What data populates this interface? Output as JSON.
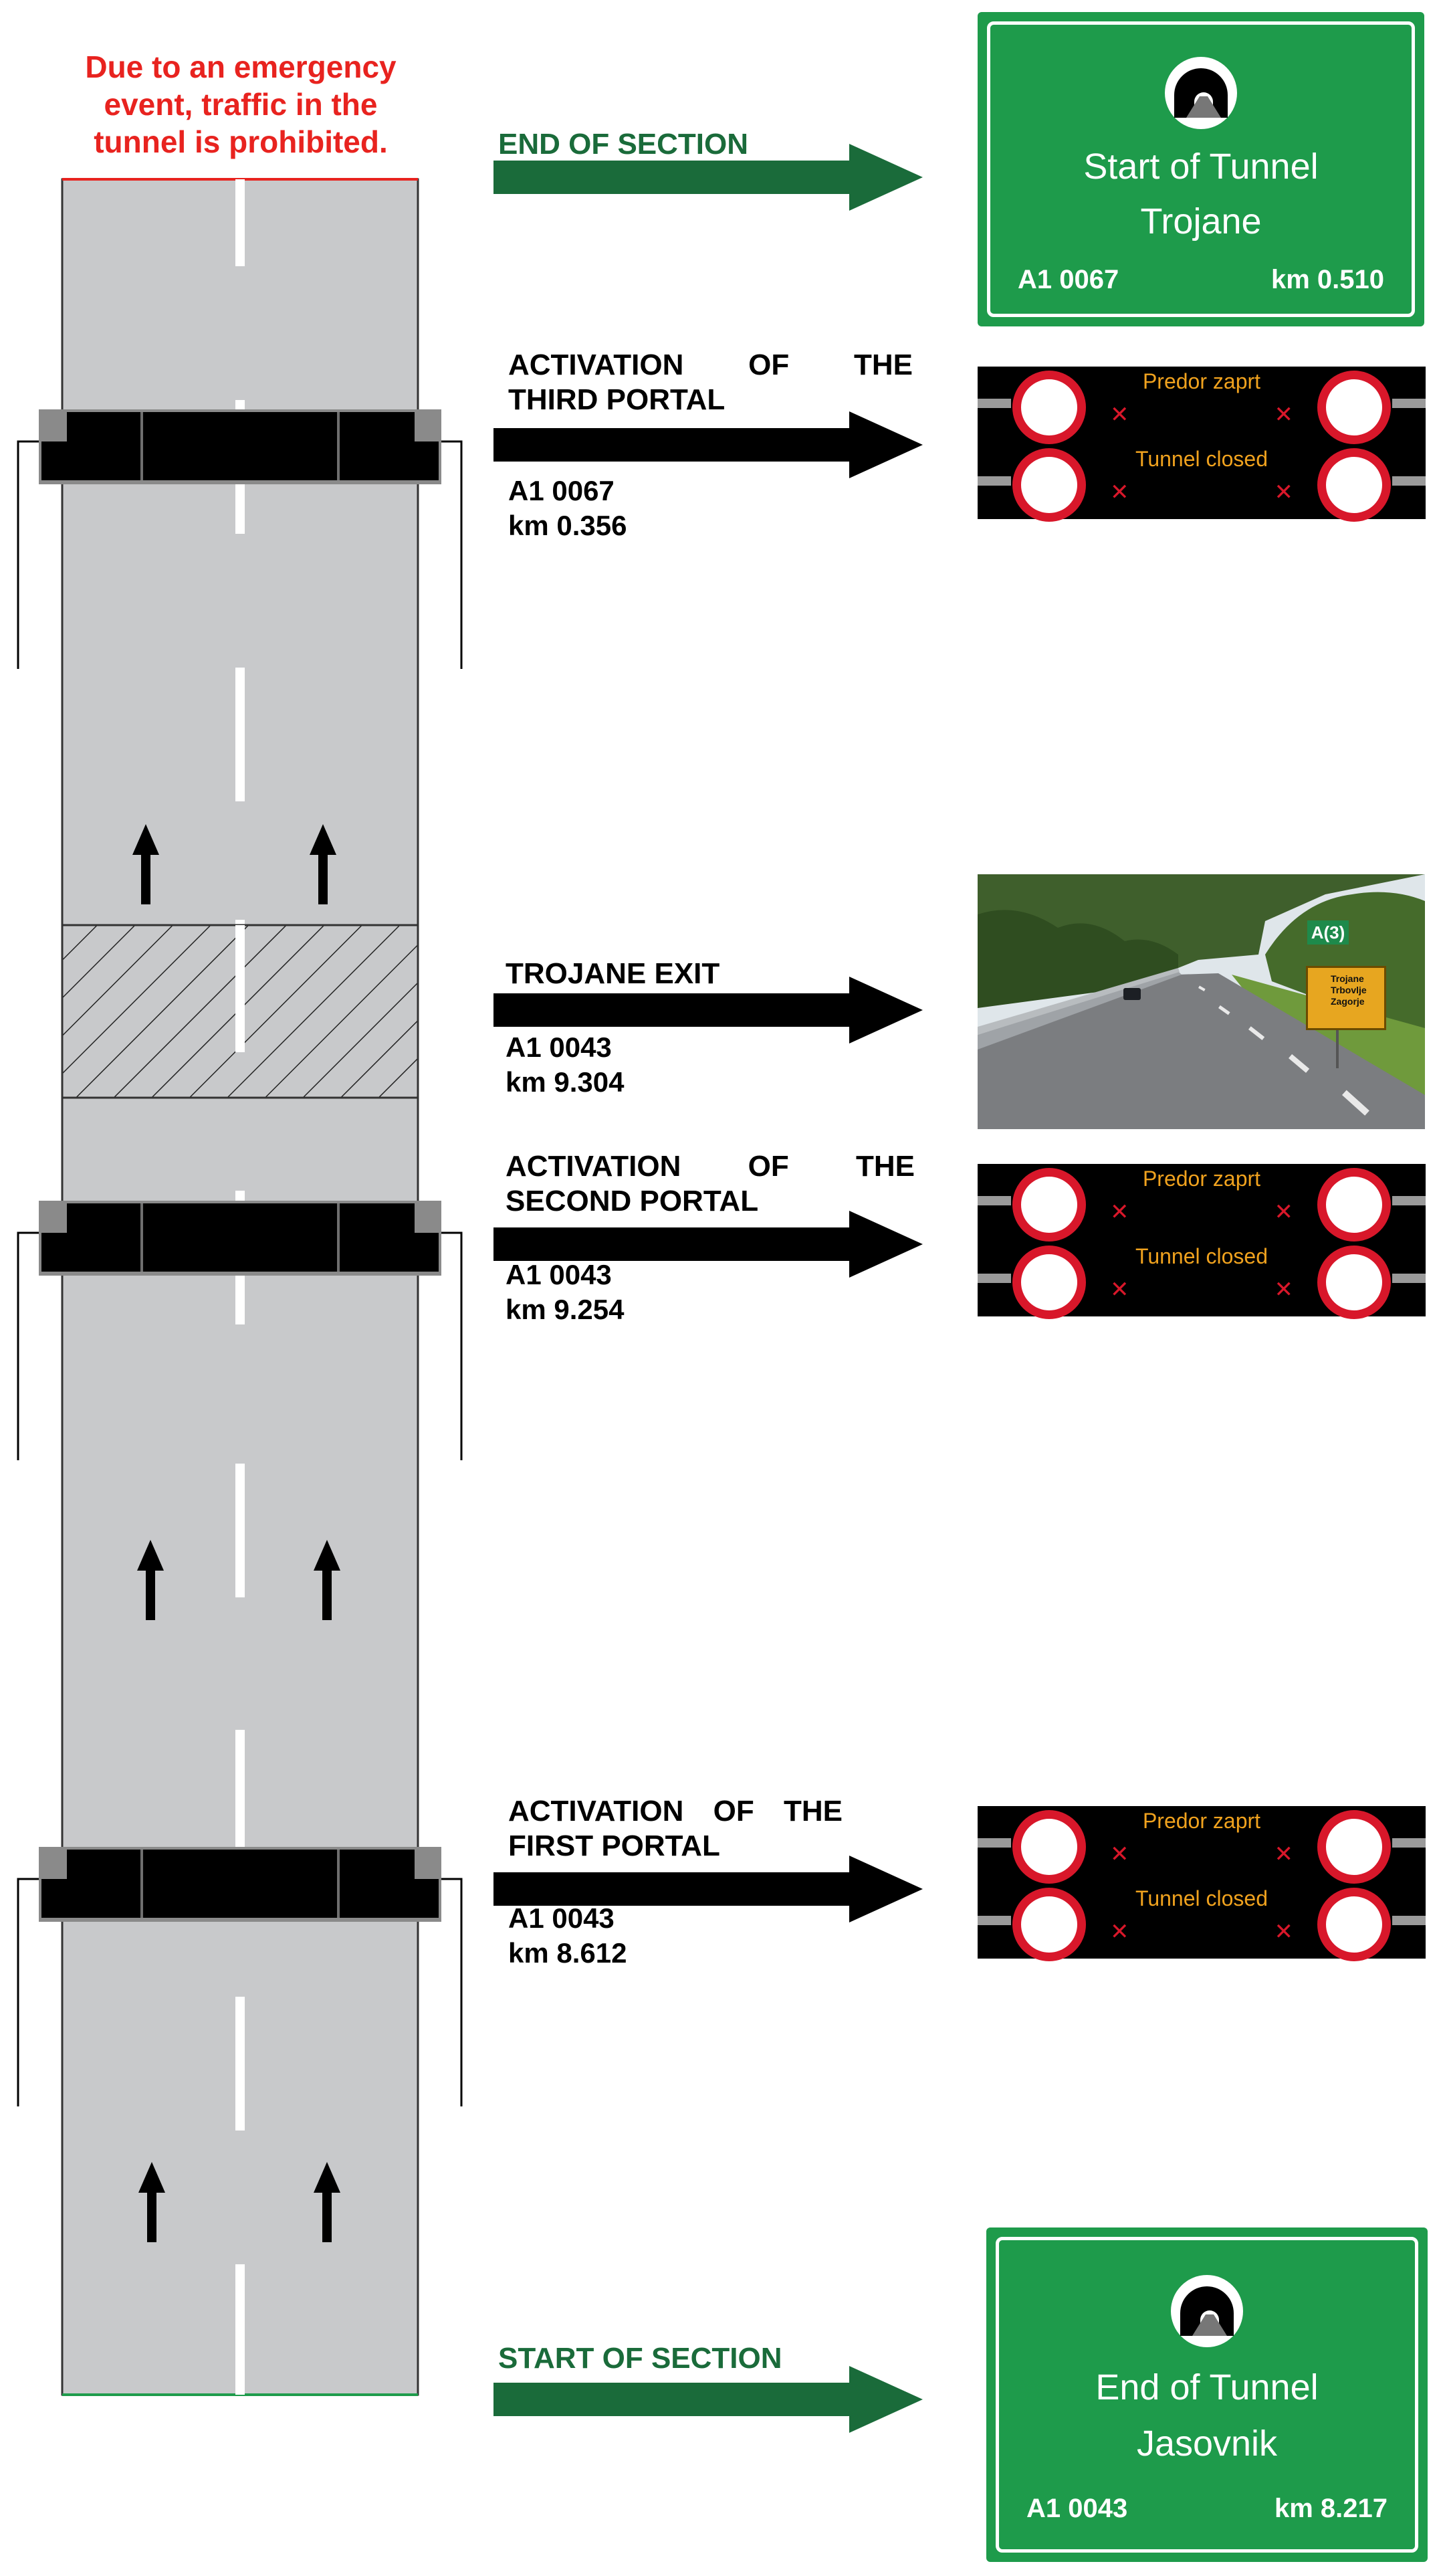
{
  "warning_text": [
    "Due to an emergency",
    "event, traffic in the",
    "tunnel is prohibited."
  ],
  "events": {
    "end_of_section": "END OF SECTION",
    "third_portal": {
      "line1": "ACTIVATION   OF   THE",
      "line2": "THIRD PORTAL",
      "code": "A1 0067",
      "km": "km 0.356"
    },
    "trojane_exit": {
      "label": "TROJANE EXIT",
      "code": "A1 0043",
      "km": "km 9.304"
    },
    "second_portal": {
      "line1": "ACTIVATION   OF   THE",
      "line2": "SECOND PORTAL",
      "code": "A1 0043",
      "km": "km 9.254"
    },
    "first_portal": {
      "line1": "ACTIVATION  OF  THE",
      "line2": "FIRST PORTAL",
      "code": "A1 0043",
      "km": "km 8.612"
    },
    "start_of_section": "START OF SECTION"
  },
  "sign_top": {
    "title1": "Start of Tunnel",
    "title2": "Trojane",
    "code": "A1 0067",
    "km": "km 0.510"
  },
  "sign_bottom": {
    "title1": "End of Tunnel",
    "title2": "Jasovnik",
    "code": "A1 0043",
    "km": "km 8.217"
  },
  "vms": {
    "line1": "Predor zaprt",
    "line2": "Tunnel closed"
  },
  "photo_sign": {
    "exit_number": "A(3)",
    "destinations": [
      "Trojane",
      "Trbovlje",
      "Zagorje"
    ]
  },
  "colors": {
    "green_sign": "#1e9b4b",
    "green_arrow": "#1a6b3a",
    "warning_red": "#e8231f",
    "vms_amber": "#f0a21e",
    "vms_red": "#d8172a",
    "road": "#c8c9cb"
  }
}
